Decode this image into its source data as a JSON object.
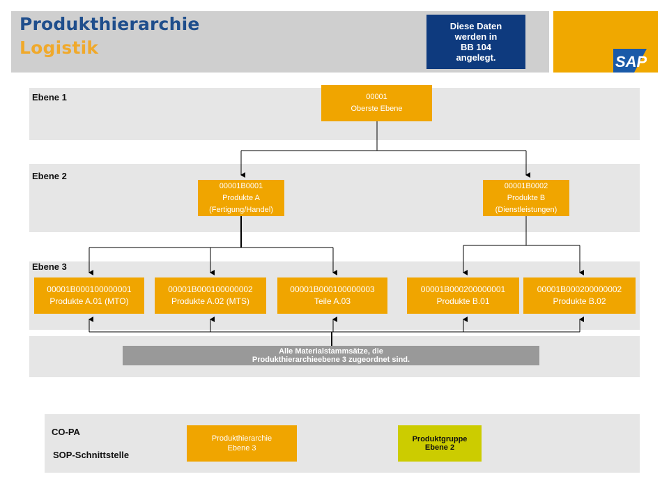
{
  "header": {
    "title_line1": "Produkthierarchie",
    "title_line2": "Logistik",
    "note_lines": [
      "Diese Daten",
      "werden in",
      "BB 104",
      "angelegt."
    ],
    "logo_text": "SAP"
  },
  "levels": {
    "level1_label": "Ebene 1",
    "level2_label": "Ebene 2",
    "level3_label": "Ebene 3"
  },
  "nodes": {
    "root": {
      "code": "00001",
      "name": "Oberste Ebene"
    },
    "a": {
      "code": "00001B0001",
      "name": "Produkte A",
      "detail": "(Fertigung/Handel)"
    },
    "b": {
      "code": "00001B0002",
      "name": "Produkte B",
      "detail": "(Dienstleistungen)"
    },
    "a01": {
      "code": "00001B000100000001",
      "name": "Produkte A.01 (MTO)"
    },
    "a02": {
      "code": "00001B000100000002",
      "name": "Produkte A.02 (MTS)"
    },
    "a03": {
      "code": "00001B000100000003",
      "name": "Teile A.03"
    },
    "b01": {
      "code": "00001B000200000001",
      "name": "Produkte B.01"
    },
    "b02": {
      "code": "00001B000200000002",
      "name": "Produkte B.02"
    }
  },
  "material_note": {
    "line1": "Alle Materialstammsätze, die",
    "line2": "Produkthierarchieebene  3 zugeordnet sind."
  },
  "bottom": {
    "label_copa": "CO-PA",
    "label_sop": "SOP-Schnittstelle",
    "box_left_line1": "Produkthierarchie",
    "box_left_line2": "Ebene 3",
    "box_right_line1": "Produktgruppe",
    "box_right_line2": "Ebene 2"
  },
  "colors": {
    "orange": "#f0a500",
    "navy": "#0e3a7e",
    "title_blue": "#1f4e8c",
    "title_orange": "#f0a92b",
    "band_gray": "#e6e6e6",
    "olive_yellow": "#cccc00"
  }
}
